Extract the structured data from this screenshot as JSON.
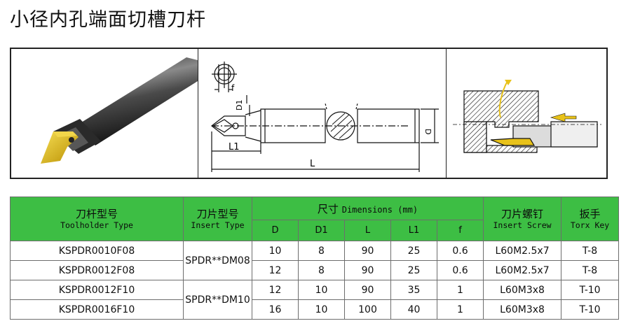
{
  "title": "小径内孔端面切槽刀杆",
  "figures": {
    "dim_labels": {
      "f": "f",
      "D1": "D1",
      "L1": "L1",
      "L": "L",
      "D": "D"
    }
  },
  "table": {
    "headers": {
      "toolholder_cn": "刀杆型号",
      "toolholder_en": "Toolholder Type",
      "insert_cn": "刀片型号",
      "insert_en": "Insert Type",
      "dimensions_cn": "尺寸",
      "dimensions_en": "Dimensions (mm)",
      "screw_cn": "刀片螺钉",
      "screw_en": "Insert Screw",
      "key_cn": "扳手",
      "key_en": "Torx Key",
      "sub": [
        "D",
        "D1",
        "L",
        "L1",
        "f"
      ]
    },
    "rows": [
      {
        "toolholder": "KSPDR0010F08",
        "D": "10",
        "D1": "8",
        "L": "90",
        "L1": "25",
        "f": "0.6",
        "screw": "L60M2.5x7",
        "key": "T-8"
      },
      {
        "toolholder": "KSPDR0012F08",
        "D": "12",
        "D1": "8",
        "L": "90",
        "L1": "25",
        "f": "0.6",
        "screw": "L60M2.5x7",
        "key": "T-8"
      },
      {
        "toolholder": "KSPDR0012F10",
        "D": "12",
        "D1": "10",
        "L": "90",
        "L1": "35",
        "f": "1",
        "screw": "L60M3x8",
        "key": "T-10"
      },
      {
        "toolholder": "KSPDR0016F10",
        "D": "16",
        "D1": "10",
        "L": "100",
        "L1": "40",
        "f": "1",
        "screw": "L60M3x8",
        "key": "T-10"
      }
    ],
    "insert_groups": [
      "SPDR**DM08",
      "SPDR**DM10"
    ]
  },
  "colors": {
    "header_green": "#3dbe44",
    "insert_yellow": "#e8c21a",
    "border": "#6d6d6d"
  }
}
